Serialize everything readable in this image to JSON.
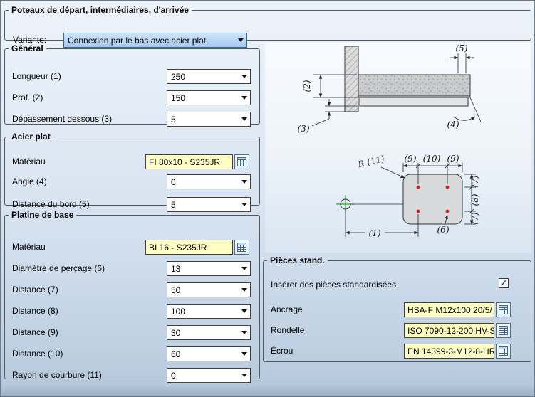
{
  "panel": {
    "title": "Poteaux de départ, intermédiaires, d'arrivée",
    "variant_label": "Variante:",
    "variant_value": "Connexion par le bas avec acier plat",
    "variant_highlighted": true
  },
  "general": {
    "title": "Général",
    "fields": [
      {
        "label": "Longueur (1)",
        "value": "250"
      },
      {
        "label": "Prof. (2)",
        "value": "150"
      },
      {
        "label": "Dépassement dessous (3)",
        "value": "5"
      }
    ]
  },
  "flat_steel": {
    "title": "Acier plat",
    "material_label": "Matériau",
    "material_value": "FI 80x10 - S235JR",
    "fields": [
      {
        "label": "Angle (4)",
        "value": "0"
      },
      {
        "label": "Distance du bord (5)",
        "value": "5"
      }
    ]
  },
  "base_plate": {
    "title": "Platine de base",
    "material_label": "Matériau",
    "material_value": "BI 16 - S235JR",
    "fields": [
      {
        "label": "Diamètre de perçage (6)",
        "value": "13"
      },
      {
        "label": "Distance (7)",
        "value": "50"
      },
      {
        "label": "Distance (8)",
        "value": "100"
      },
      {
        "label": "Distance (9)",
        "value": "30"
      },
      {
        "label": "Distance (10)",
        "value": "60"
      },
      {
        "label": "Rayon de courbure (11)",
        "value": "0"
      }
    ]
  },
  "standard_parts": {
    "title": "Pièces stand.",
    "insert_label": "Insérer des pièces standardisées",
    "checkbox_checked": true,
    "fields": [
      {
        "label": "Ancrage",
        "value": "HSA-F M12x100 20/5/"
      },
      {
        "label": "Rondelle",
        "value": "ISO 7090-12-200 HV-S"
      },
      {
        "label": "Écrou",
        "value": "EN 14399-3-M12-8-HR"
      }
    ]
  },
  "diagram": {
    "labels": {
      "d1": "(1)",
      "d2": "(2)",
      "d3": "(3)",
      "d4": "(4)",
      "d5": "(5)",
      "d6": "(6)",
      "d7": "(7)",
      "d8": "(8)",
      "d9": "(9)",
      "d10": "(10)",
      "r11": "R (11)"
    }
  },
  "icons": {
    "check": "✓",
    "browse_button": "table-grid-icon",
    "combo_arrow": "chevron-down"
  },
  "colors": {
    "field_yellow": "#FFFFC4",
    "variant_highlight": "#A5CAF0",
    "hole_red": "#D02020",
    "axis_green": "#009A00"
  }
}
